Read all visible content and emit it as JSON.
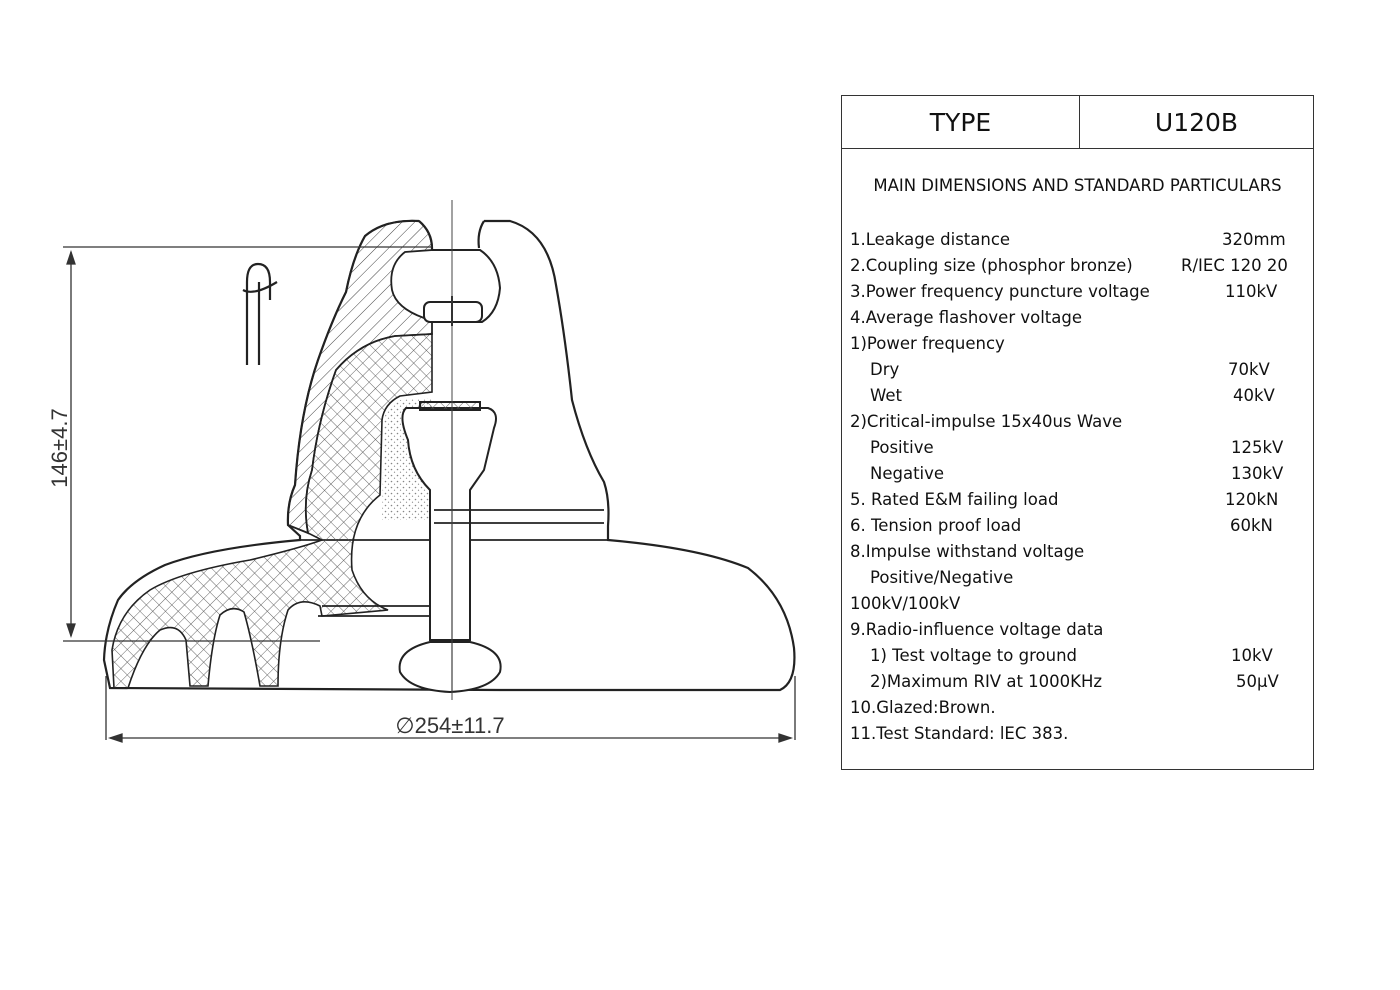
{
  "drawing": {
    "height_dimension": "146±4.7",
    "diameter_dimension": "∅254±11.7"
  },
  "type_table": {
    "type_label": "TYPE",
    "type_value": "U120B",
    "heading": "MAIN DIMENSIONS AND STANDARD PARTICULARS",
    "rows": [
      {
        "label": "1.Leakage distance",
        "value": "320mm"
      },
      {
        "label": "2.Coupling size (phosphor bronze)",
        "value": "R/IEC 120 20"
      },
      {
        "label": "3.Power frequency puncture voltage",
        "value": "110kV"
      },
      {
        "label": "4.Average flashover voltage",
        "value": ""
      },
      {
        "label": "1)Power frequency",
        "value": ""
      },
      {
        "label": "Dry",
        "value": "70kV"
      },
      {
        "label": "Wet",
        "value": "40kV"
      },
      {
        "label": "2)Critical-impulse 15x40us Wave",
        "value": ""
      },
      {
        "label": "Positive",
        "value": "125kV"
      },
      {
        "label": "Negative",
        "value": "130kV"
      },
      {
        "label": "5. Rated E&M failing load",
        "value": "120kN"
      },
      {
        "label": "6. Tension proof load",
        "value": "60kN"
      },
      {
        "label": "8.Impulse withstand voltage",
        "value": ""
      },
      {
        "label": "Positive/Negative",
        "value": ""
      },
      {
        "label": "100kV/100kV",
        "value": ""
      },
      {
        "label": "9.Radio-influence voltage data",
        "value": ""
      },
      {
        "label": "1) Test voltage to ground",
        "value": "10kV"
      },
      {
        "label": "2)Maximum RIV at 1000KHz",
        "value": "50μV"
      },
      {
        "label": "10.Glazed:Brown.",
        "value": ""
      },
      {
        "label": "11.Test Standard: lEC 383.",
        "value": ""
      }
    ]
  }
}
